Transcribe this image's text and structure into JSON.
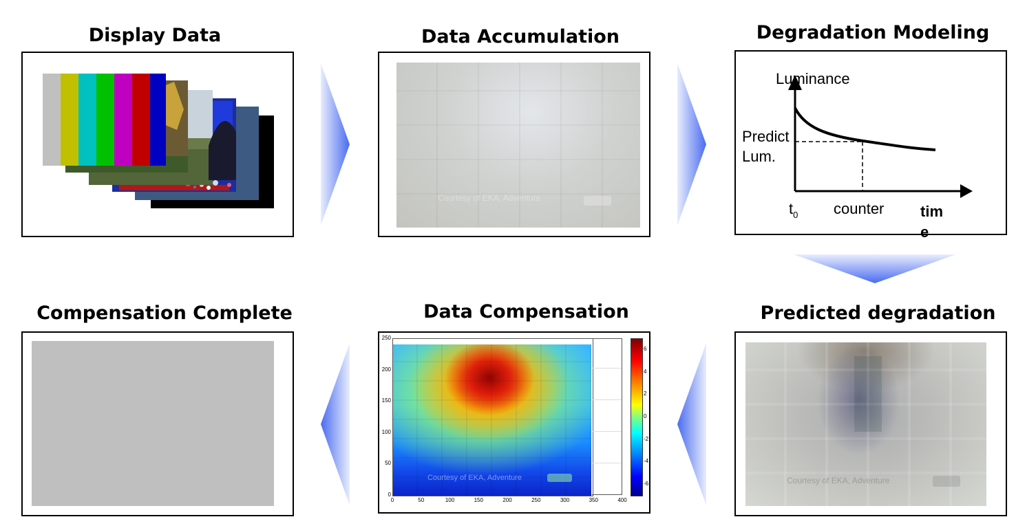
{
  "steps": {
    "display": {
      "title": "Display Data"
    },
    "accumulation": {
      "title": "Data Accumulation",
      "watermark": "Courtesy of EKA, Adventure"
    },
    "modeling": {
      "title": "Degradation Modeling",
      "y_axis_label": "Luminance",
      "predict_label_line1": "Predict",
      "predict_label_line2": "Lum.",
      "t0_main": "t",
      "t0_sub": "0",
      "counter_label": "counter",
      "x_axis_label_line1": "tim",
      "x_axis_label_line2": "e"
    },
    "predicted": {
      "title": "Predicted degradation",
      "watermark": "Courtesy of EKA, Adventure"
    },
    "compensation": {
      "title": "Data Compensation",
      "watermark": "Courtesy of EKA, Adventure"
    },
    "complete": {
      "title": "Compensation Complete"
    }
  },
  "heatmap": {
    "type": "heatmap",
    "x_ticks": [
      "0",
      "50",
      "100",
      "150",
      "200",
      "250",
      "300",
      "350",
      "400"
    ],
    "y_ticks": [
      "250",
      "200",
      "150",
      "100",
      "50",
      "0"
    ],
    "colorbar_ticks": [
      "6",
      "4",
      "2",
      "0",
      "-2",
      "-4",
      "-6"
    ],
    "xlim": [
      0,
      400
    ],
    "ylim": [
      0,
      250
    ],
    "clim": [
      -7,
      7
    ],
    "colormap": "jet"
  },
  "colors": {
    "arrow": "#5a78ee",
    "arrow_light": "#e6ecfe",
    "panel_border": "#000000",
    "complete_gray": "#bfbfbf"
  }
}
